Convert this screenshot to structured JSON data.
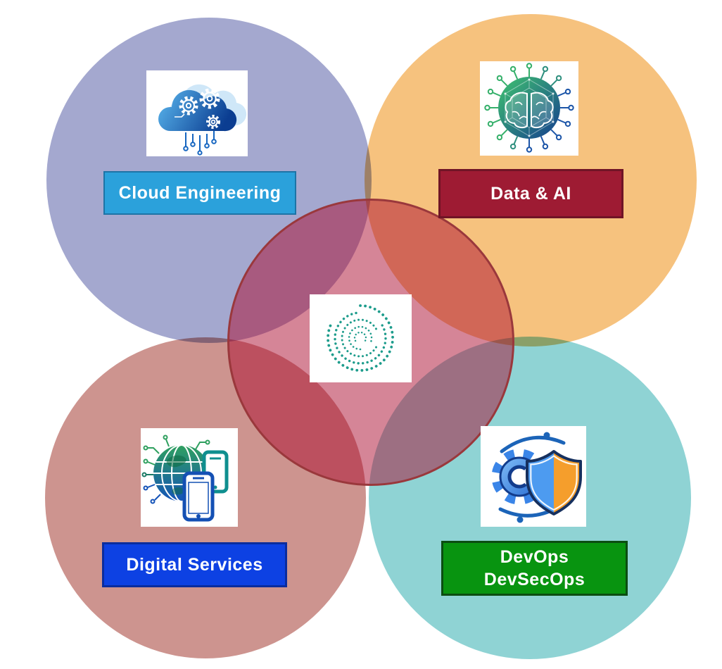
{
  "diagram": {
    "type": "venn-capabilities-diagram",
    "background_color": "#FFFFFF",
    "quadrants": {
      "cloud_engineering": {
        "label": "Cloud Engineering",
        "circle_color": "#A4A8CF",
        "box_color": "#2BA1DB",
        "box_border_color": "#1D74A6",
        "icon": "cloud-circuit-gears-icon"
      },
      "data_ai": {
        "label": "Data & AI",
        "circle_color": "#F6C27E",
        "box_color": "#9E1B33",
        "box_border_color": "#701426",
        "icon": "ai-brain-network-icon"
      },
      "digital_services": {
        "label": "Digital Services",
        "circle_color": "#CD948F",
        "box_color": "#0D41E3",
        "box_border_color": "#0A2C9E",
        "icon": "globe-mobile-devices-icon"
      },
      "devops_devsecops": {
        "label_lines": [
          "DevOps",
          "DevSecOps"
        ],
        "circle_color": "#8FD3D4",
        "box_color": "#089410",
        "box_border_color": "#0B4D12",
        "icon": "gear-shield-icon"
      }
    },
    "center": {
      "icon": "dotted-spiral-logo-icon",
      "fill_color": "rgba(171,11,47,0.5)",
      "border_color": "#9A383C",
      "dot_color": "#1D9C8C"
    }
  }
}
